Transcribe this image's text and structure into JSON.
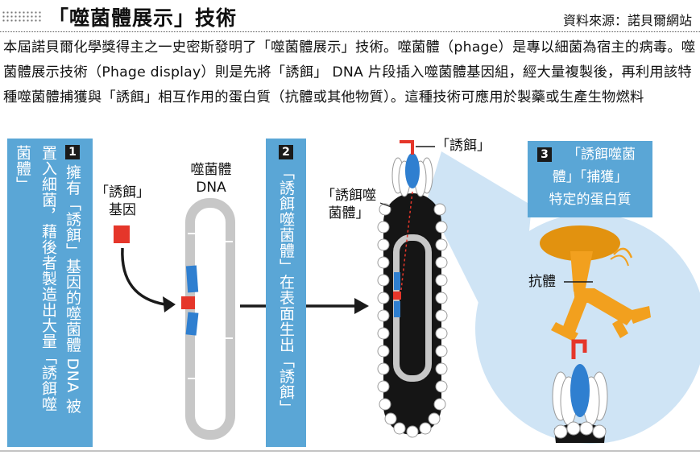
{
  "header": {
    "title": "「噬菌體展示」技術",
    "source": "資料來源：諾貝爾網站"
  },
  "intro": {
    "text": "本屆諾貝爾化學獎得主之一史密斯發明了「噬菌體展示」技術。噬菌體（phage）是專以細菌為宿主的病毒。噬菌體展示技術（Phage display）則是先將「誘餌」 DNA 片段插入噬菌體基因組，經大量複製後，再利用該特種噬菌體捕獲與「誘餌」相互作用的蛋白質（抗體或其他物質）。這種技術可應用於製藥或生產生物燃料"
  },
  "step1": {
    "number": "1",
    "col_a": "擁有「誘餌」基因的噬菌體 DNA 被",
    "col_b": "置入細菌，藉後者製造出大量「誘餌噬",
    "col_c": "菌體」"
  },
  "step2": {
    "number": "2",
    "text": "「誘餌噬菌體」在表面生出「誘餌」"
  },
  "step3": {
    "number": "3",
    "line1": "「誘餌噬菌",
    "line2": "體」「捕獲」",
    "line3": "特定的蛋白質"
  },
  "labels": {
    "bait_gene_1": "「誘餌」",
    "bait_gene_2": "基因",
    "phage_dna_1": "噬菌體",
    "phage_dna_2": "DNA",
    "bait": "「誘餌」",
    "bait_phage_1": "「誘餌噬",
    "bait_phage_2": "菌體」",
    "antibody": "抗體"
  },
  "colors": {
    "panel_blue": "#5aa6d6",
    "dna_blue": "#2f7fd0",
    "bait_red": "#e5362a",
    "antibody_orange": "#f2a01e",
    "bubble_blue": "#cfe4f5",
    "phage_black": "#151515"
  }
}
